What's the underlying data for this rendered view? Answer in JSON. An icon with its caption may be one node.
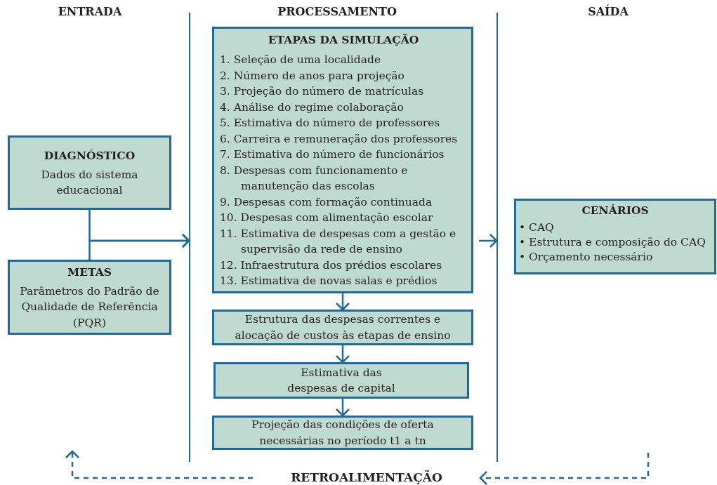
{
  "diagram": {
    "nodes": [
      {
        "text": [
          "DIAGNÓSTICO",
          "Dados do sistema educacional"
        ]
      },
      {
        "text": [
          "METAS",
          "Parâmetros do Padrão de Qualidade de Referência (PQR)"
        ]
      },
      {
        "text": [
          "ETAPAS DA SIMULAÇÃO",
          "1. Seleção de uma localidade",
          "2. Número de anos para projeção",
          "3. Projeção do número de matrículas",
          "4. Análise do regime colaboração",
          "5. Estimativa do número de professores",
          "6. Carreira e remuneração dos professores",
          "7. Estimativa do número de funcionários",
          "8. Despesas com funcionamento e manutenção das escolas",
          "9. Despesas com formação continuada",
          "10. Despesas com alimentação escolar",
          "11. Estimativa de despesas com a gestão e supervisão da rede de ensino",
          "12. Infraestrutura dos prédios escolares",
          "13. Estimativa de novas salas e prédios"
        ]
      },
      {
        "text": [
          "Estrutura das despesas correntes e alocação de custos às etapas de ensino"
        ]
      },
      {
        "text": [
          "Estimativa das despesas de capital"
        ]
      },
      {
        "text": [
          "Projeção das condições de oferta necessárias no período t1 a tn"
        ]
      },
      {
        "text": [
          "CENÁRIOS",
          "• CAQ",
          "• Estrutura e composição do CAQ",
          "• Orçamento necessário"
        ]
      },
      {
        "text": [
          "RETROALIMENTAÇÃO"
        ]
      }
    ],
    "edges": [
      {
        "from": 0,
        "to": null,
        "arrow": "to"
      },
      {
        "from": 1,
        "to": null,
        "arrow": "to"
      },
      {
        "from": 2,
        "to": 6,
        "arrow": "to"
      },
      {
        "from": 2,
        "to": 3,
        "arrow": "to"
      },
      {
        "from": 3,
        "to": 4,
        "arrow": "to"
      },
      {
        "from": 4,
        "to": 5,
        "arrow": "to"
      },
      {
        "from": null,
        "to": 7,
        "arrow": "to",
        "style": "dashed"
      },
      {
        "from": 7,
        "to": null,
        "arrow": "to",
        "style": "dashed"
      }
    ],
    "labels": [
      "ENTRADA",
      "PROCESSAMENTO",
      "SAÍDA"
    ]
  }
}
